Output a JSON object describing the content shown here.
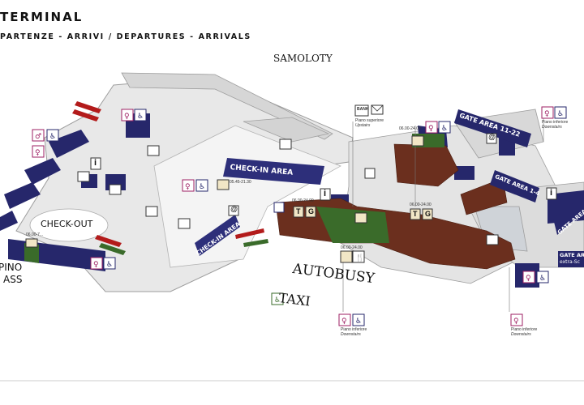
{
  "header": {
    "title": "TERMINAL",
    "subtitle": "PARTENZE - ARRIVI / DEPARTURES - ARRIVALS"
  },
  "labels": {
    "samoloty": "SAMOLOTY",
    "autobusy": "AUTOBUSY",
    "taxi": "TAXI",
    "checkout": "CHECK-OUT",
    "checkin_area_1": "CHECK-IN AREA",
    "checkin_area_2": "CHECK-IN AREA",
    "gate_area_11_22": "GATE AREA 11-22",
    "gate_area_1_4": "GATE AREA 1-4",
    "gate_area_5": "GATE AREA 5-",
    "gate_area_extra": "GATE AR",
    "gate_area_extra_sub": "extra-Sc",
    "pino": "PINO",
    "ass": "ASS"
  },
  "hours": {
    "h1": "06.00-24.00",
    "h2": "05.45-21.30",
    "h3": "06.00-24.00",
    "h4": "06.00-24.00",
    "h5": "06.00-24.00",
    "h6": "06.00-7..."
  },
  "floor_notes": {
    "upstairs_it": "Piano superiore",
    "upstairs_en": "Upstairs",
    "downstairs_it_1": "Piano inferiore",
    "downstairs_en_1": "Downstairs",
    "downstairs_it_2": "Piano inferiore",
    "downstairs_en_2": "Downstairs",
    "downstairs_it_3": "Piano inferiore",
    "downstairs_en_3": "Downstairs"
  },
  "icons": {
    "bank_label": "BANK",
    "t_label": "T",
    "g_label": "G",
    "info_label": "i",
    "at_label": "@"
  },
  "colors": {
    "floor": "#e9e9e9",
    "wall": "#c9c9c9",
    "navy": "#26276b",
    "brown": "#6b2f1e",
    "green": "#3a6b2a",
    "accent_red": "#b31b1b",
    "magenta": "#9e1f63"
  }
}
